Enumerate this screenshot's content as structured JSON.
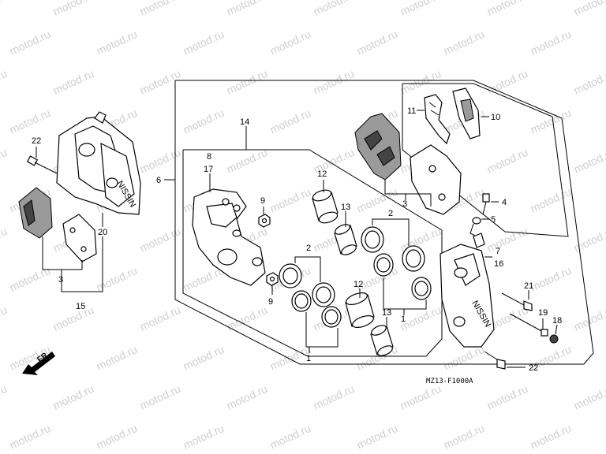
{
  "watermark": "motod.ru",
  "diagram_code": "MZ13-F1000A",
  "direction_label": "FR.",
  "callouts": {
    "c1a": "1",
    "c1b": "1",
    "c2a": "2",
    "c2b": "2",
    "c3a": "3",
    "c3b": "3",
    "c4": "4",
    "c5": "5",
    "c6": "6",
    "c7": "7",
    "c8": "8",
    "c9a": "9",
    "c9b": "9",
    "c10": "10",
    "c11": "11",
    "c12a": "12",
    "c12b": "12",
    "c13a": "13",
    "c13b": "13",
    "c14": "14",
    "c15": "15",
    "c16": "16",
    "c17": "17",
    "c18": "18",
    "c19": "19",
    "c20": "20",
    "c21": "21",
    "c22a": "22",
    "c22b": "22"
  },
  "brand_marks": [
    "NISSIN",
    "NISSIN"
  ]
}
